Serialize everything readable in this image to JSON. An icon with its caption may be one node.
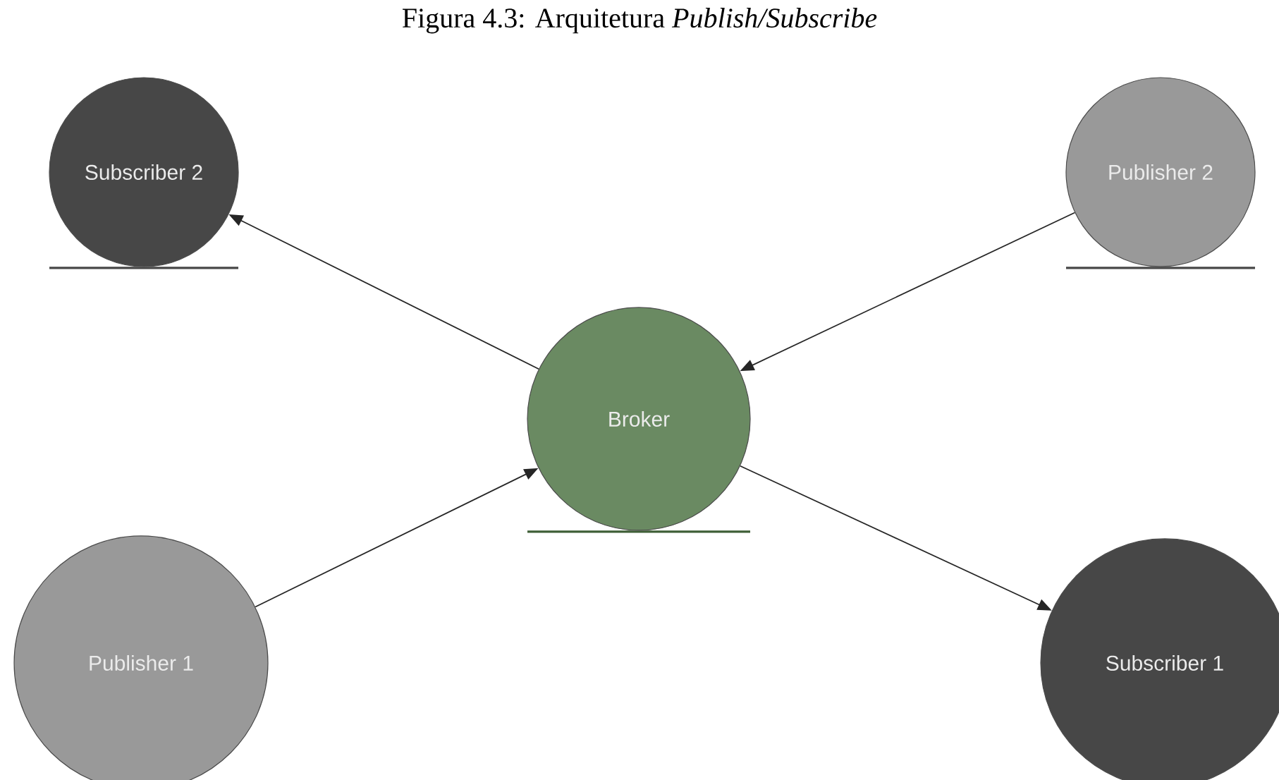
{
  "diagram": {
    "title": "Figura 4.3: Arquitetura *Publish/Subscribe*",
    "nodes": [
      {
        "text": [
          "Subscriber 2"
        ]
      },
      {
        "text": [
          "Publisher 2"
        ]
      },
      {
        "text": [
          "Broker"
        ]
      },
      {
        "text": [
          "Publisher 1"
        ]
      },
      {
        "text": [
          "Subscriber 1"
        ]
      }
    ],
    "edges": [
      {
        "from": 2,
        "to": 0,
        "arrow": "to"
      },
      {
        "from": 1,
        "to": 2,
        "arrow": "to"
      },
      {
        "from": 3,
        "to": 2,
        "arrow": "to"
      },
      {
        "from": 2,
        "to": 4,
        "arrow": "to"
      }
    ]
  }
}
